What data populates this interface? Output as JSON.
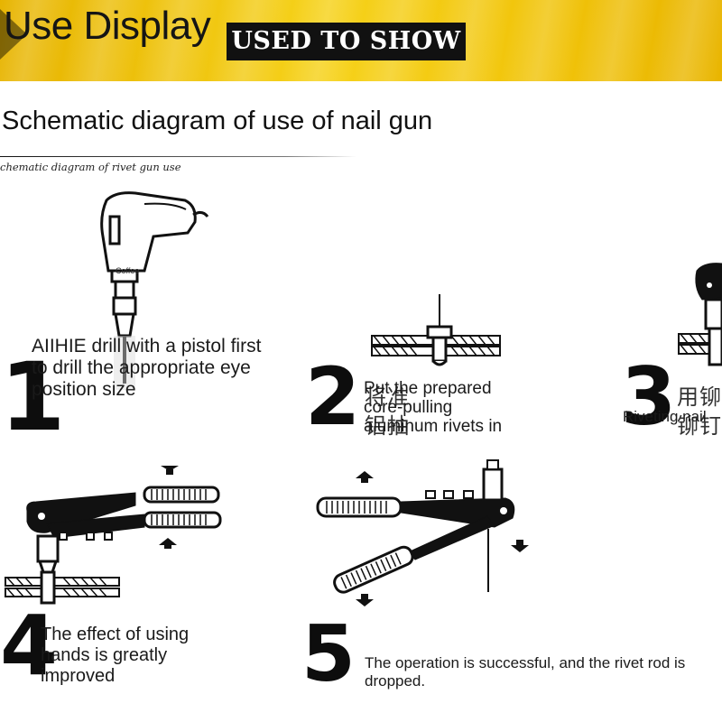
{
  "banner": {
    "title": "Use Display",
    "box_label": "USED TO SHOW"
  },
  "subtitle": "Schematic diagram of use of nail gun",
  "small_caption": "chematic diagram of rivet gun use",
  "drill_label": "Coffee",
  "steps": [
    {
      "number": "1",
      "text": "AIIHIE drill with a pistol first to drill the appropriate eye position size"
    },
    {
      "number": "2",
      "text": "Put the prepared core-pulling aluminum rivets in",
      "cn_line1": "将准",
      "cn_line2": "铝抽"
    },
    {
      "number": "3",
      "text": "Riveting nail",
      "cn_line1": "用铆",
      "cn_line2": "铆钉"
    },
    {
      "number": "4",
      "text": "The effect of using hands is greatly improved"
    },
    {
      "number": "5",
      "text": "The operation is successful, and the rivet rod is dropped."
    }
  ],
  "colors": {
    "banner_yellow": "#f4cf1a",
    "ink": "#111111"
  }
}
